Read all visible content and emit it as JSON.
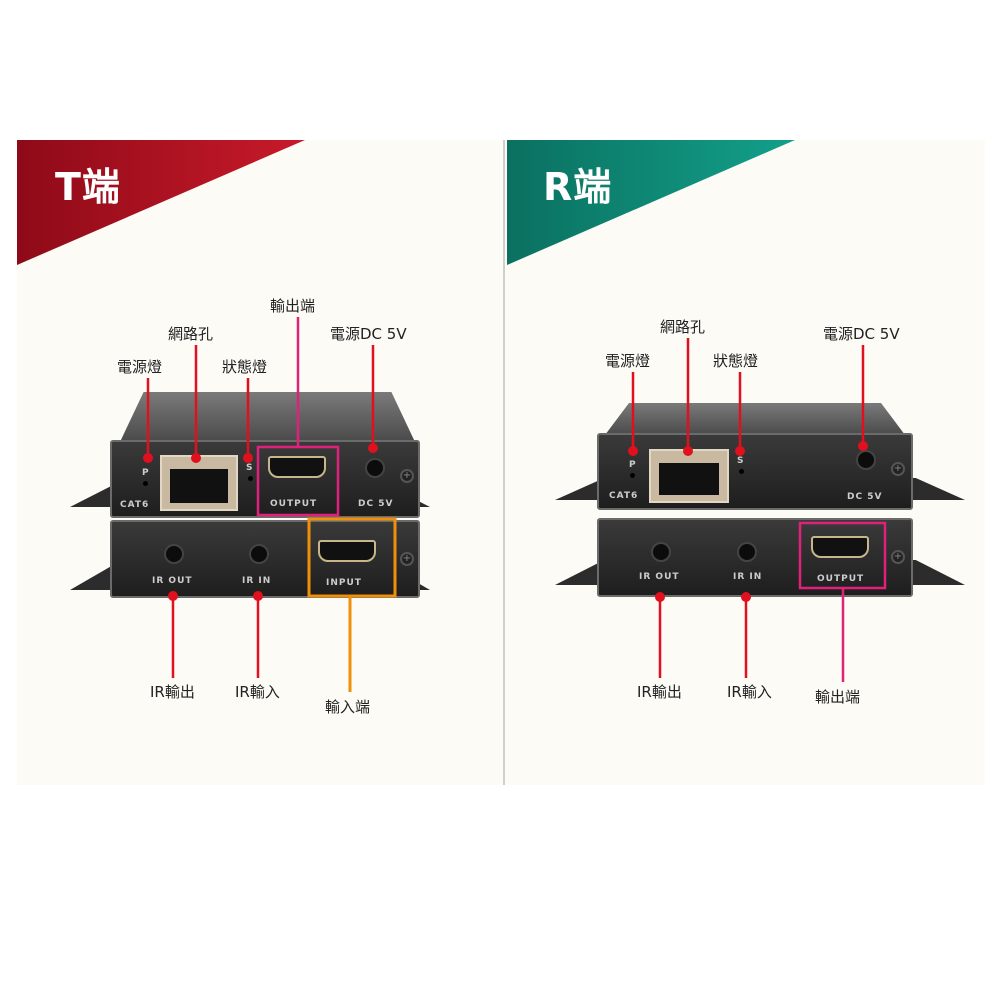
{
  "transmitter": {
    "title": "T端",
    "banner_color": "#a0101e",
    "labels": {
      "power_led": "電源燈",
      "network_port": "網路孔",
      "status_led": "狀態燈",
      "output_port": "輸出端",
      "dc_power": "電源DC 5V",
      "ir_out": "IR輸出",
      "ir_in": "IR輸入",
      "input_port": "輸入端"
    },
    "panel_text": {
      "p": "P",
      "s": "S",
      "cat6": "CAT6",
      "output": "OUTPUT",
      "dc": "DC 5V",
      "ir_out": "IR OUT",
      "ir_in": "IR IN",
      "input": "INPUT"
    }
  },
  "receiver": {
    "title": "R端",
    "banner_color": "#0e8a78",
    "labels": {
      "power_led": "電源燈",
      "network_port": "網路孔",
      "status_led": "狀態燈",
      "dc_power": "電源DC 5V",
      "ir_out": "IR輸出",
      "ir_in": "IR輸入",
      "output_port": "輸出端"
    },
    "panel_text": {
      "p": "P",
      "s": "S",
      "cat6": "CAT6",
      "dc": "DC 5V",
      "ir_out": "IR OUT",
      "ir_in": "IR IN",
      "output": "OUTPUT"
    }
  },
  "colors": {
    "callout_red": "#e0101e",
    "highlight_pink": "#e0207a",
    "highlight_orange": "#f0900a"
  }
}
